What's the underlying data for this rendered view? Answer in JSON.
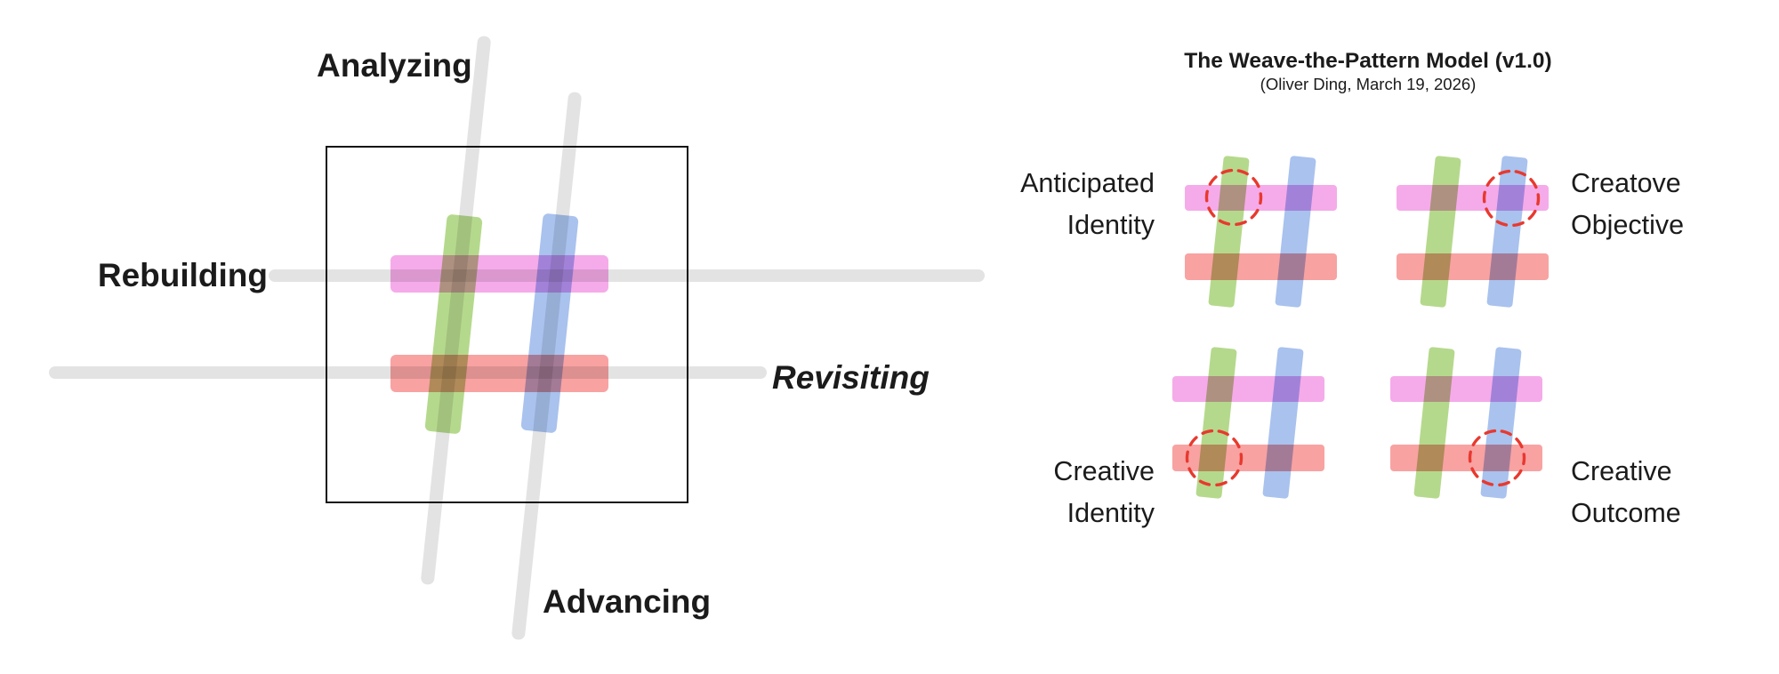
{
  "header": {
    "title": "The Weave-the-Pattern Model (v1.0)",
    "subtitle": "(Oliver Ding, March 19, 2026)"
  },
  "main_diagram": {
    "labels": {
      "top": "Analyzing",
      "left": "Rebuilding",
      "right": "Revisiting",
      "bottom": "Advancing"
    }
  },
  "mini_diagrams": [
    {
      "line1": "Anticipated",
      "line2": "Identity",
      "label_side": "left",
      "highlighted_intersection": "green-pink"
    },
    {
      "line1": "Creatove",
      "line2": "Objective",
      "label_side": "right",
      "highlighted_intersection": "blue-pink"
    },
    {
      "line1": "Creative",
      "line2": "Identity",
      "label_side": "left",
      "highlighted_intersection": "green-red"
    },
    {
      "line1": "Creative",
      "line2": "Outcome",
      "label_side": "right",
      "highlighted_intersection": "blue-red"
    }
  ],
  "colors": {
    "pink_thread": "#f5abe9",
    "red_thread": "#f8a2a2",
    "green_thread": "#b5d98c",
    "blue_thread": "#a9c2ee",
    "gray_thread": "#e3e3e3",
    "frame_border": "#141414",
    "highlight_circle": "#e8392e",
    "text": "#1b1b1b"
  }
}
